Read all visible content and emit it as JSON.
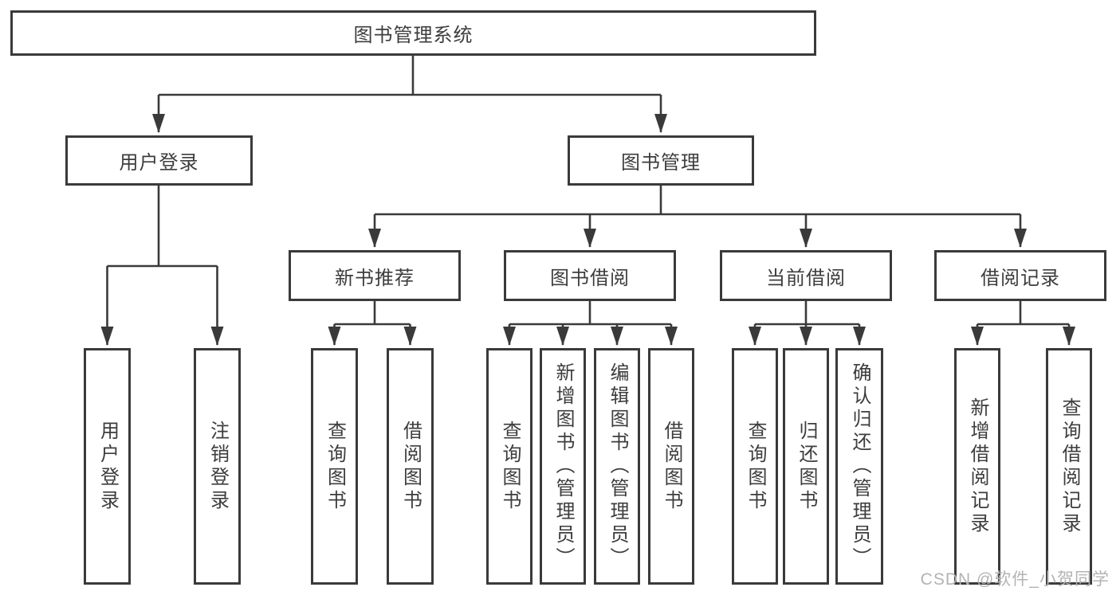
{
  "diagram": {
    "title": {
      "label": "图书管理系统"
    },
    "level2": [
      {
        "label": "用户登录"
      },
      {
        "label": "图书管理"
      }
    ],
    "level3": [
      {
        "label": "新书推荐"
      },
      {
        "label": "图书借阅"
      },
      {
        "label": "当前借阅"
      },
      {
        "label": "借阅记录"
      }
    ],
    "leaves": {
      "user_login": [
        {
          "label": "用户登录"
        },
        {
          "label": "注销登录"
        }
      ],
      "new_book": [
        {
          "label": "查询图书"
        },
        {
          "label": "借阅图书"
        }
      ],
      "book_borrow": [
        {
          "label": "查询图书"
        },
        {
          "label": "新增图书（管理员）"
        },
        {
          "label": "编辑图书（管理员）"
        },
        {
          "label": "借阅图书"
        }
      ],
      "current_borrow": [
        {
          "label": "查询图书"
        },
        {
          "label": "归还图书"
        },
        {
          "label": "确认归还（管理员）"
        }
      ],
      "borrow_records": [
        {
          "label": "新增借阅记录"
        },
        {
          "label": "查询借阅记录"
        }
      ]
    },
    "watermark": "CSDN @软件_小贺同学",
    "colors": {
      "line": "#3a3a3a",
      "text": "#3d3d3d",
      "background": "#ffffff",
      "watermark": "#b3b3b3"
    }
  }
}
